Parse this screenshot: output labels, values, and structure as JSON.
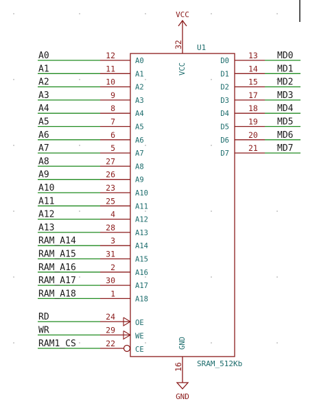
{
  "component": {
    "reference": "U1",
    "value": "SRAM_512Kb",
    "power_pin": {
      "name": "VCC",
      "number": "32"
    },
    "ground_pin": {
      "name": "GND",
      "number": "16"
    }
  },
  "power_labels": {
    "vcc": "VCC",
    "gnd": "GND"
  },
  "left_pins": [
    {
      "net": "A0",
      "number": "12",
      "pin": "A0"
    },
    {
      "net": "A1",
      "number": "11",
      "pin": "A1"
    },
    {
      "net": "A2",
      "number": "10",
      "pin": "A2"
    },
    {
      "net": "A3",
      "number": "9",
      "pin": "A3"
    },
    {
      "net": "A4",
      "number": "8",
      "pin": "A4"
    },
    {
      "net": "A5",
      "number": "7",
      "pin": "A5"
    },
    {
      "net": "A6",
      "number": "6",
      "pin": "A6"
    },
    {
      "net": "A7",
      "number": "5",
      "pin": "A7"
    },
    {
      "net": "A8",
      "number": "27",
      "pin": "A8"
    },
    {
      "net": "A9",
      "number": "26",
      "pin": "A9"
    },
    {
      "net": "A10",
      "number": "23",
      "pin": "A10"
    },
    {
      "net": "A11",
      "number": "25",
      "pin": "A11"
    },
    {
      "net": "A12",
      "number": "4",
      "pin": "A12"
    },
    {
      "net": "A13",
      "number": "28",
      "pin": "A13"
    },
    {
      "net": "RAM_A14",
      "number": "3",
      "pin": "A14"
    },
    {
      "net": "RAM_A15",
      "number": "31",
      "pin": "A15"
    },
    {
      "net": "RAM_A16",
      "number": "2",
      "pin": "A16"
    },
    {
      "net": "RAM_A17",
      "number": "30",
      "pin": "A17"
    },
    {
      "net": "RAM_A18",
      "number": "1",
      "pin": "A18"
    }
  ],
  "control_pins": [
    {
      "net": "RD",
      "number": "24",
      "pin": "OE",
      "style": "clock"
    },
    {
      "net": "WR",
      "number": "29",
      "pin": "WE",
      "style": "clock"
    },
    {
      "net": "RAM1_CS",
      "number": "22",
      "pin": "CE",
      "style": "inverted"
    }
  ],
  "right_pins": [
    {
      "net": "MD0",
      "number": "13",
      "pin": "D0"
    },
    {
      "net": "MD1",
      "number": "14",
      "pin": "D1"
    },
    {
      "net": "MD2",
      "number": "15",
      "pin": "D2"
    },
    {
      "net": "MD3",
      "number": "17",
      "pin": "D3"
    },
    {
      "net": "MD4",
      "number": "18",
      "pin": "D4"
    },
    {
      "net": "MD5",
      "number": "19",
      "pin": "D5"
    },
    {
      "net": "MD6",
      "number": "20",
      "pin": "D6"
    },
    {
      "net": "MD7",
      "number": "21",
      "pin": "D7"
    }
  ],
  "colors": {
    "body": "#8a1a1a",
    "pin_line": "#8a1a1a",
    "wire": "#1f8a1f",
    "pin_name": "#1a6b6b",
    "net_label": "#1a1a1a",
    "grid_dot": "#b0b0b0"
  }
}
